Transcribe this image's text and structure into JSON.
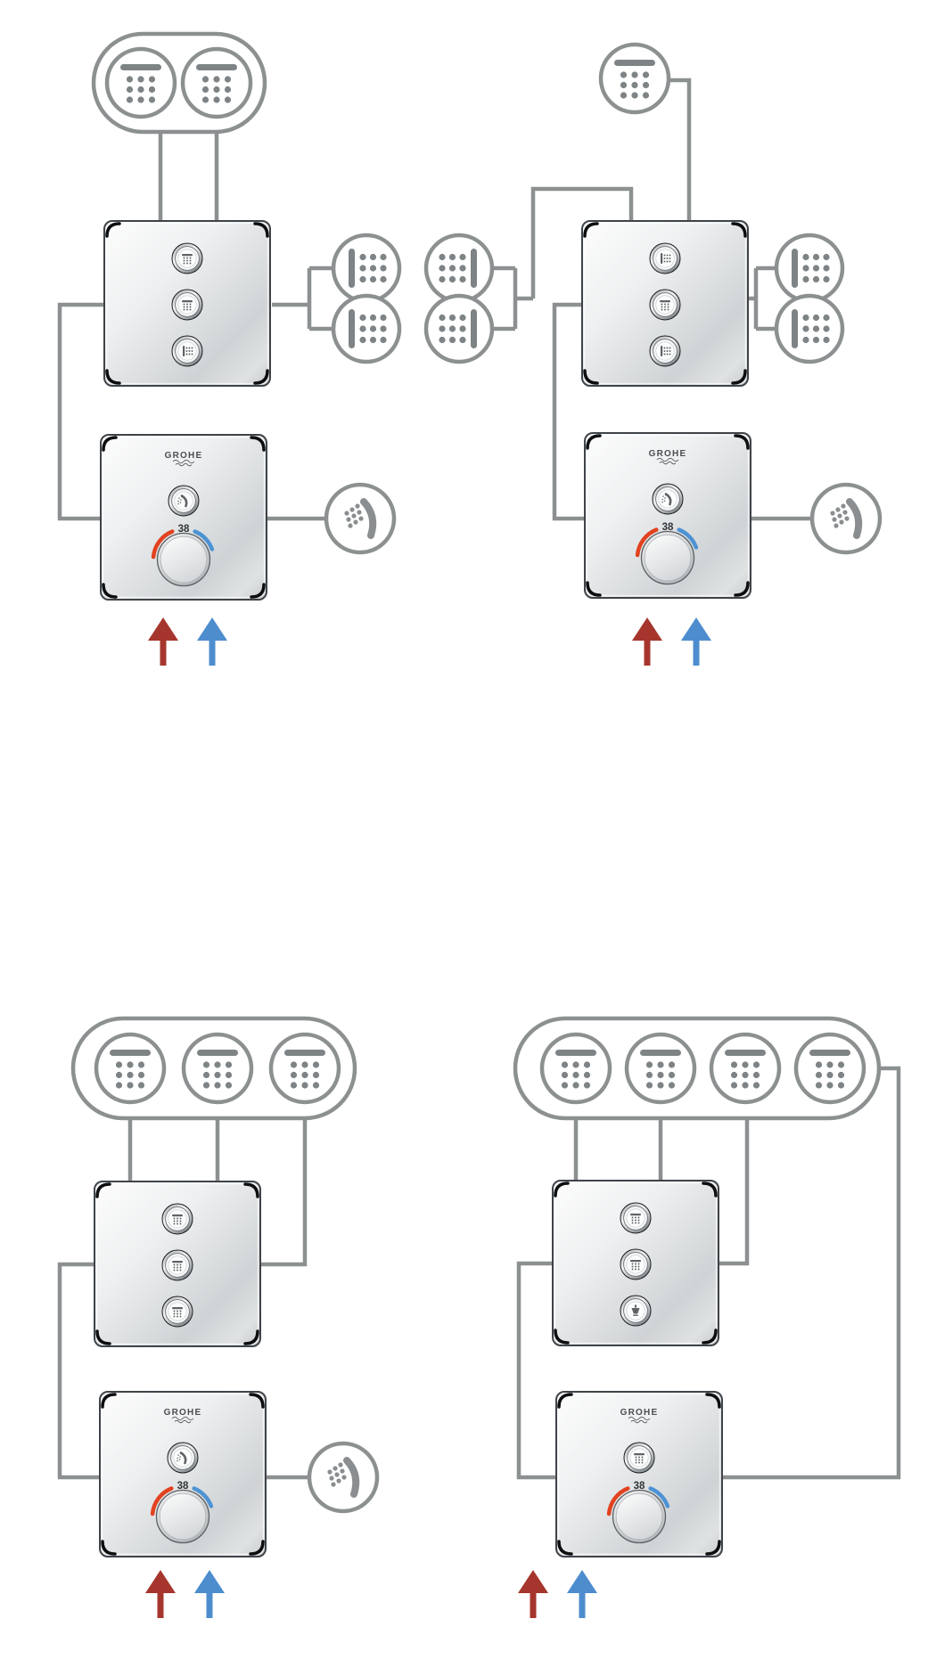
{
  "page": {
    "background": "#ffffff",
    "type": "shower-installation-schematic"
  },
  "colors": {
    "pipe_gray": "#8C9091",
    "icon_gray": "#7E8386",
    "hot_supply": "#A6362D",
    "cold_supply": "#4D8DCE",
    "hot_arc": "#E2421F",
    "cold_arc": "#4D93D4",
    "brand_text": "#4A4E52",
    "chrome_light": "#FAFBFB",
    "chrome_dark": "#C3C7CA"
  },
  "icons": {
    "head_shower": "head-shower-icon",
    "side_shower": "side-shower-icon",
    "hand_shower": "hand-shower-icon",
    "jet_spout": "jet-spout-icon",
    "supply_arrow": "up-arrow"
  },
  "diagrams": [
    {
      "position": "top-left",
      "shower_heads": 2,
      "side_showers": 2,
      "hand_shower": true,
      "control_unit": {
        "buttons": [
          "head-shower",
          "head-shower",
          "side-shower"
        ]
      },
      "thermostat": {
        "brand": "GROHE",
        "temperature": "38",
        "select_button": "hand-shower"
      },
      "supplies": [
        "hot",
        "cold"
      ]
    },
    {
      "position": "top-right",
      "shower_heads": 1,
      "side_showers": 4,
      "hand_shower": true,
      "control_unit": {
        "buttons": [
          "side-shower",
          "head-shower",
          "side-shower"
        ]
      },
      "thermostat": {
        "brand": "GROHE",
        "temperature": "38",
        "select_button": "hand-shower"
      },
      "supplies": [
        "hot",
        "cold"
      ]
    },
    {
      "position": "bottom-left",
      "shower_heads": 3,
      "side_showers": 0,
      "hand_shower": true,
      "control_unit": {
        "buttons": [
          "head-shower",
          "head-shower",
          "head-shower"
        ]
      },
      "thermostat": {
        "brand": "GROHE",
        "temperature": "38",
        "select_button": "hand-shower"
      },
      "supplies": [
        "hot",
        "cold"
      ]
    },
    {
      "position": "bottom-right",
      "shower_heads": 4,
      "side_showers": 0,
      "hand_shower": false,
      "control_unit": {
        "buttons": [
          "head-shower",
          "head-shower",
          "jet-spout"
        ]
      },
      "thermostat": {
        "brand": "GROHE",
        "temperature": "38",
        "select_button": "head-shower"
      },
      "supplies": [
        "hot",
        "cold"
      ]
    }
  ]
}
